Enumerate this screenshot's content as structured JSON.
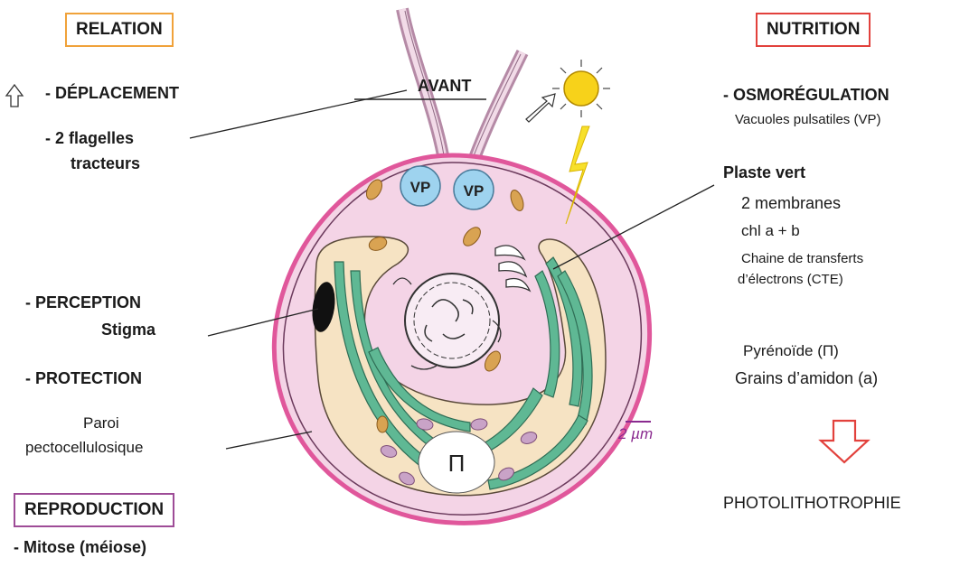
{
  "relation": {
    "title": "RELATION",
    "deplacement": "- DÉPLACEMENT",
    "flagelles_1": "- 2 flagelles",
    "flagelles_2": "tracteurs"
  },
  "perception": {
    "title": "- PERCEPTION",
    "stigma": "Stigma"
  },
  "protection": {
    "title": "- PROTECTION",
    "paroi_1": "Paroi",
    "paroi_2": "pectocellulosique"
  },
  "reproduction": {
    "title": "REPRODUCTION",
    "mitose": "- Mitose (méiose)"
  },
  "nutrition": {
    "title": "NUTRITION",
    "osmo": "- OSMORÉGULATION",
    "vacuoles": "Vacuoles pulsatiles (VP)",
    "plaste": "Plaste vert",
    "membranes": "2 membranes",
    "chl": "chl a + b",
    "chaine_1": "Chaine de transferts",
    "chaine_2": "d’électrons (CTE)",
    "pyrenoide": "Pyrénoïde (Π)",
    "grains": "Grains d’amidon (a)",
    "result": "PHOTOLITHOTROPHIE"
  },
  "cell": {
    "avant": "AVANT",
    "vp": "VP",
    "pi": "Π",
    "scale": "2 µm"
  },
  "colors": {
    "cell_wall": "#e0579b",
    "cytoplasm": "#f4d4e6",
    "chloroplast": "#f6e3c3",
    "thylakoid": "#5fb894",
    "vacuole": "#9ed3ef",
    "granule": "#d9a352",
    "sun": "#f7d21a",
    "arrow_red": "#e2413c"
  }
}
